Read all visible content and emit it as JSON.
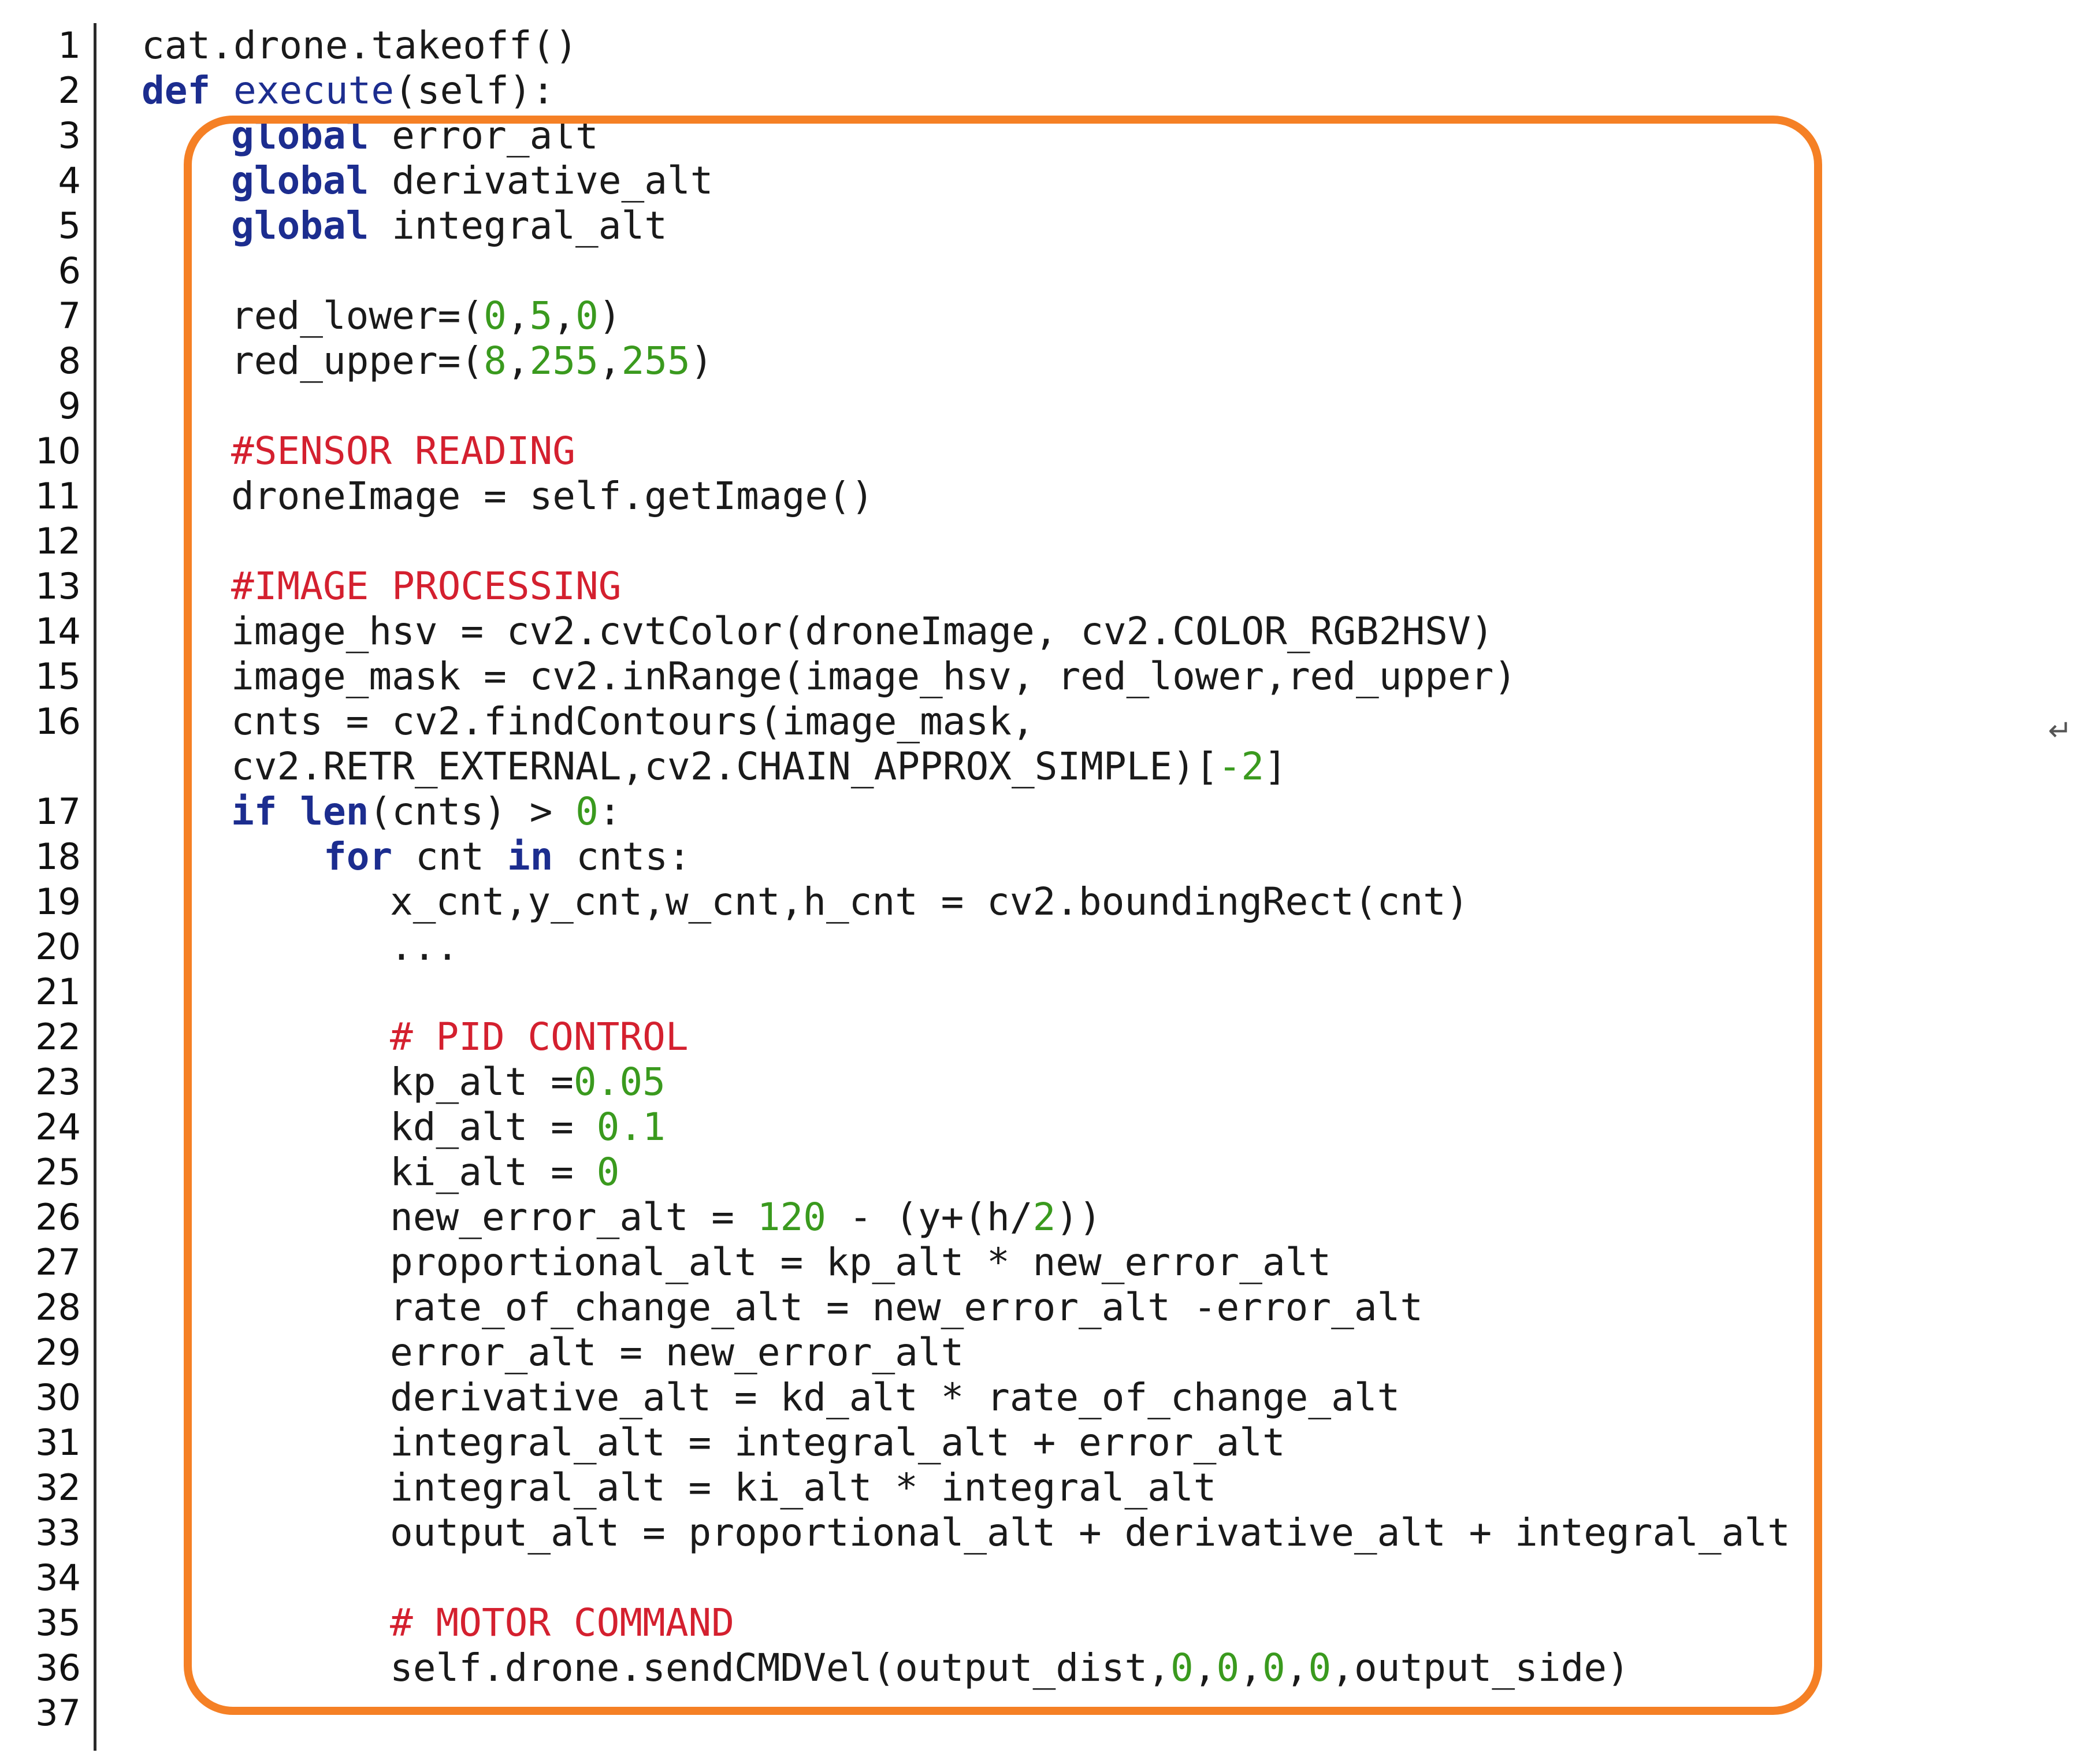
{
  "line_numbers": [
    "1",
    "2",
    "3",
    "4",
    "5",
    "6",
    "7",
    "8",
    "9",
    "10",
    "11",
    "12",
    "13",
    "14",
    "15",
    "16",
    "17",
    "18",
    "19",
    "20",
    "21",
    "22",
    "23",
    "24",
    "25",
    "26",
    "27",
    "28",
    "29",
    "30",
    "31",
    "32",
    "33",
    "34",
    "35",
    "36",
    "37"
  ],
  "code": {
    "l1": {
      "t0": "cat.drone.takeoff()"
    },
    "l2": {
      "t0": "def",
      "t1": " ",
      "t2": "execute",
      "t3": "(self):"
    },
    "l3": {
      "t0": "global",
      "t1": " error_alt"
    },
    "l4": {
      "t0": "global",
      "t1": " derivative_alt"
    },
    "l5": {
      "t0": "global",
      "t1": " integral_alt"
    },
    "l7": {
      "t0": "red_lower=(",
      "t1": "0",
      "t2": ",",
      "t3": "5",
      "t4": ",",
      "t5": "0",
      "t6": ")"
    },
    "l8": {
      "t0": "red_upper=(",
      "t1": "8",
      "t2": ",",
      "t3": "255",
      "t4": ",",
      "t5": "255",
      "t6": ")"
    },
    "l10": {
      "t0": "#SENSOR READING"
    },
    "l11": {
      "t0": "droneImage = self.getImage()"
    },
    "l13": {
      "t0": "#IMAGE PROCESSING"
    },
    "l14": {
      "t0": "image_hsv = cv2.cvtColor(droneImage, cv2.COLOR_RGB2HSV)"
    },
    "l15": {
      "t0": "image_mask = cv2.inRange(image_hsv, red_lower,red_upper)"
    },
    "l16a": {
      "t0": "cnts = cv2.findContours(image_mask,"
    },
    "l16b": {
      "t0": "cv2.RETR_EXTERNAL,cv2.CHAIN_APPROX_SIMPLE)[",
      "t1": "-2",
      "t2": "]"
    },
    "l17": {
      "t0": "if",
      "t1": " ",
      "t2": "len",
      "t3": "(cnts) > ",
      "t4": "0",
      "t5": ":"
    },
    "l18": {
      "t0": "for",
      "t1": " cnt ",
      "t2": "in",
      "t3": " cnts:"
    },
    "l19": {
      "t0": "x_cnt,y_cnt,w_cnt,h_cnt = cv2.boundingRect(cnt)"
    },
    "l20": {
      "t0": "..."
    },
    "l22": {
      "t0": "# PID CONTROL"
    },
    "l23": {
      "t0": "kp_alt =",
      "t1": "0.05"
    },
    "l24": {
      "t0": "kd_alt = ",
      "t1": "0.1"
    },
    "l25": {
      "t0": "ki_alt = ",
      "t1": "0"
    },
    "l26": {
      "t0": "new_error_alt = ",
      "t1": "120",
      "t2": " - (y+(h/",
      "t3": "2",
      "t4": "))"
    },
    "l27": {
      "t0": "proportional_alt = kp_alt * new_error_alt"
    },
    "l28": {
      "t0": "rate_of_change_alt = new_error_alt -error_alt"
    },
    "l29": {
      "t0": "error_alt = new_error_alt"
    },
    "l30": {
      "t0": "derivative_alt = kd_alt * rate_of_change_alt"
    },
    "l31": {
      "t0": "integral_alt = integral_alt + error_alt"
    },
    "l32": {
      "t0": "integral_alt = ki_alt * integral_alt"
    },
    "l33": {
      "t0": "output_alt = proportional_alt + derivative_alt + integral_alt"
    },
    "l35": {
      "t0": "# MOTOR COMMAND"
    },
    "l36": {
      "t0": "self.drone.sendCMDVel(output_dist,",
      "t1": "0",
      "t2": ",",
      "t3": "0",
      "t4": ",",
      "t5": "0",
      "t6": ",",
      "t7": "0",
      "t8": ",output_side)"
    }
  },
  "wrap_marker": "↵",
  "colors": {
    "keyword": "#1c2d8f",
    "number": "#3a9a1e",
    "comment": "#d4202f",
    "highlight_border": "#f58025"
  }
}
